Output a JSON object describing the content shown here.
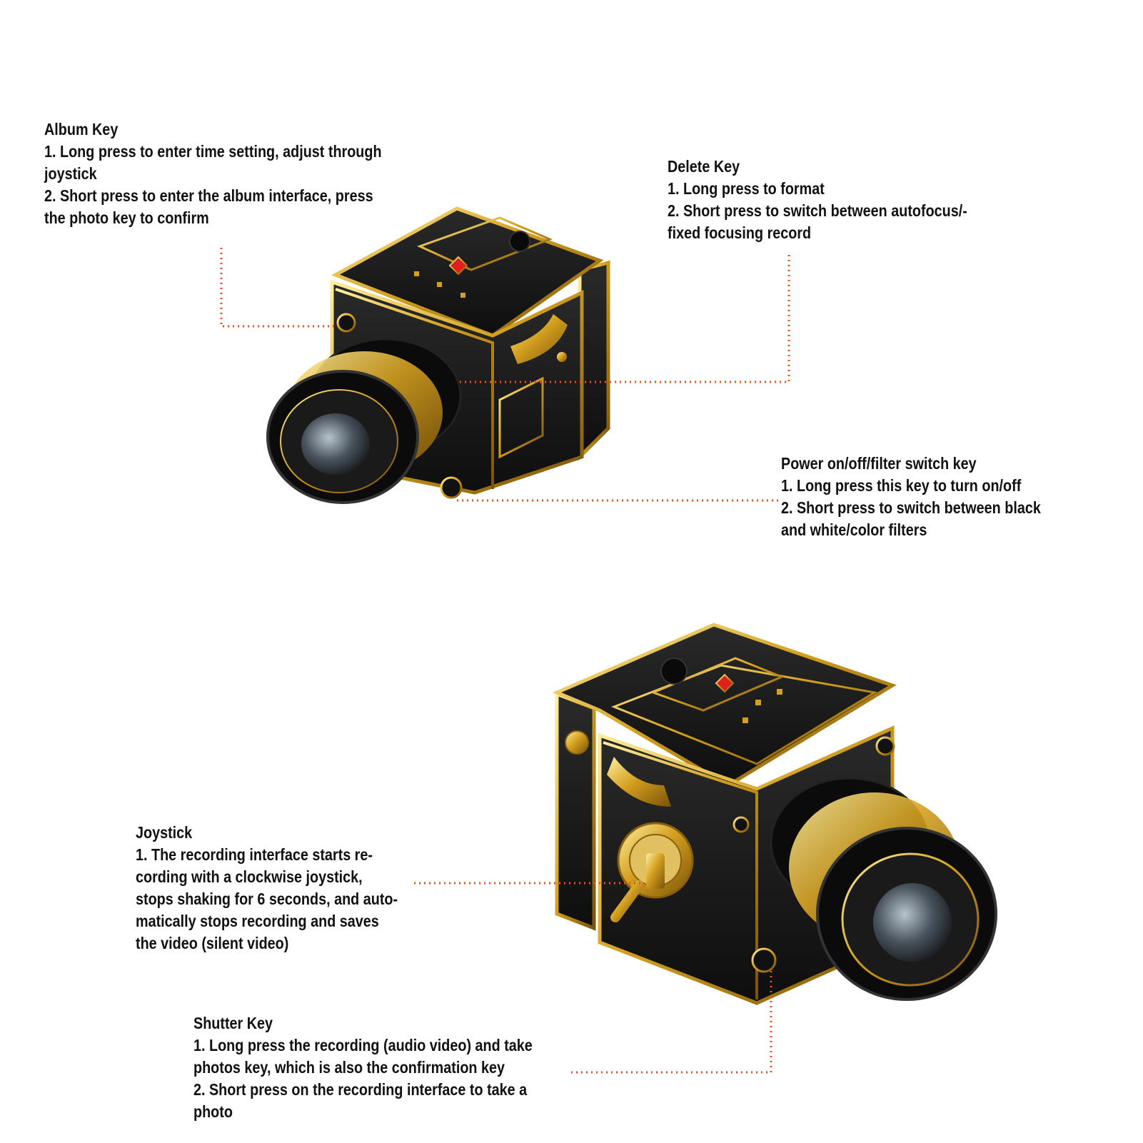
{
  "colors": {
    "callout_line": "#e8501e",
    "text": "#111111",
    "body": "#121212",
    "gold": "#d4a020",
    "gem": "#e02020"
  },
  "callouts": {
    "album": {
      "title": "Album Key",
      "lines": [
        "1. Long press to enter time setting, adjust through",
        "joystick",
        "2. Short press to enter the album interface, press",
        "the photo key to confirm"
      ]
    },
    "delete": {
      "title": "Delete Key",
      "lines": [
        "1. Long press to format",
        "2. Short press to switch between autofocus/-",
        "fixed focusing record"
      ]
    },
    "power": {
      "title": "Power on/off/filter switch key",
      "lines": [
        "1. Long press this key to turn on/off",
        "2. Short press to switch between black",
        "and white/color filters"
      ]
    },
    "joystick": {
      "title": "Joystick",
      "lines": [
        "1. The recording interface starts re-",
        "cording with a clockwise joystick,",
        "stops shaking for 6 seconds, and auto-",
        "matically stops recording and saves",
        "the video (silent video)"
      ]
    },
    "shutter": {
      "title": "Shutter Key",
      "lines": [
        "1. Long press the recording (audio video) and take",
        "photos key, which is also the confirmation key",
        "2. Short press on the recording interface to take a",
        "photo"
      ]
    }
  }
}
